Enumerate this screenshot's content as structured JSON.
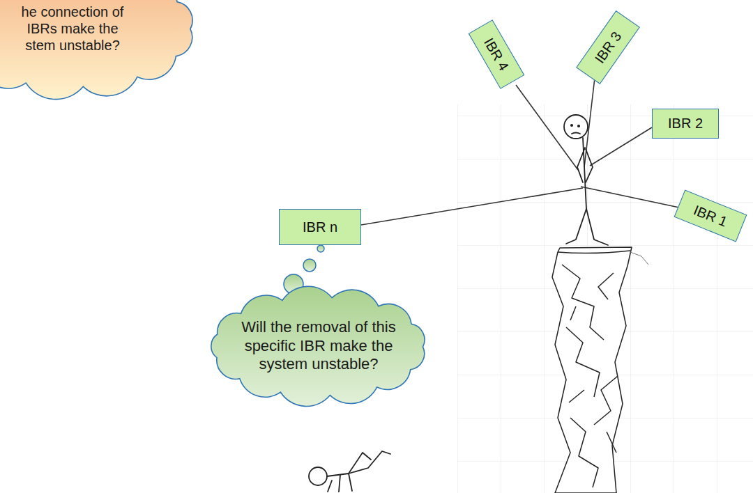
{
  "diagram": {
    "nodes": [
      {
        "text": [
          "he connection of IBRs make the stem unstable?"
        ]
      },
      {
        "text": [
          "IBR 4"
        ]
      },
      {
        "text": [
          "IBR 3"
        ]
      },
      {
        "text": [
          "IBR 2"
        ]
      },
      {
        "text": [
          "IBR 1"
        ]
      },
      {
        "text": [
          "IBR n"
        ]
      },
      {
        "text": [
          "Will the removal of this specific IBR make the system unstable?"
        ]
      }
    ]
  }
}
